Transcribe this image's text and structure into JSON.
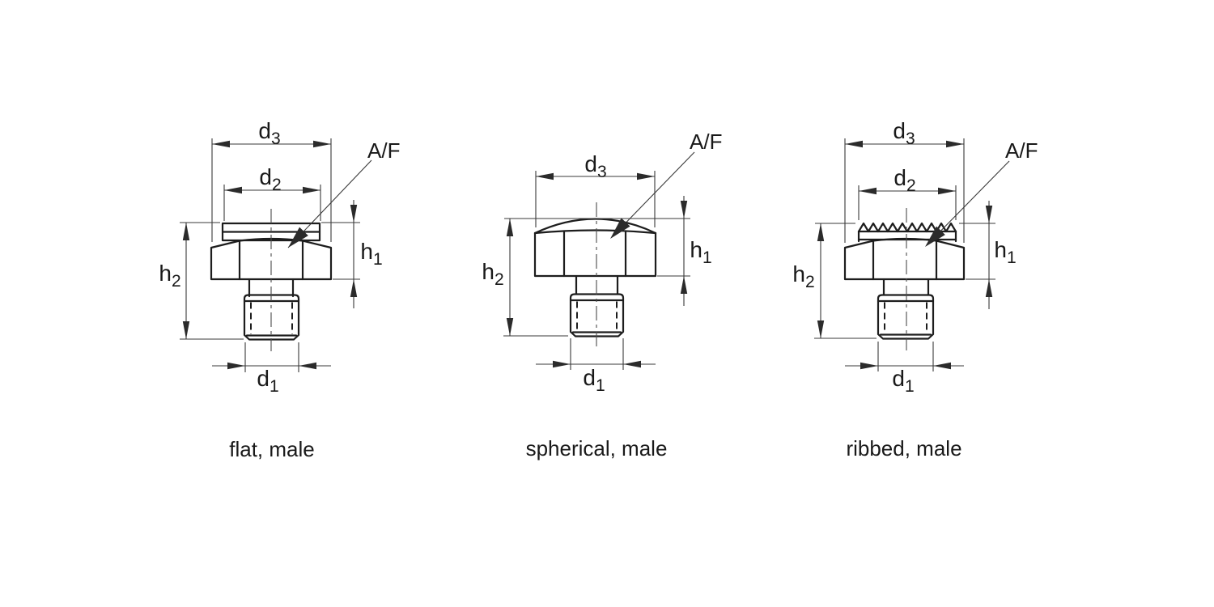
{
  "figures": [
    {
      "id": "flat-male",
      "caption": "flat, male",
      "labels": {
        "d3": {
          "base": "d",
          "sub": "3"
        },
        "d2": {
          "base": "d",
          "sub": "2"
        },
        "d1": {
          "base": "d",
          "sub": "1"
        },
        "h1": {
          "base": "h",
          "sub": "1"
        },
        "h2": {
          "base": "h",
          "sub": "2"
        },
        "across_flats": "A/F"
      }
    },
    {
      "id": "spherical-male",
      "caption": "spherical, male",
      "labels": {
        "d3": {
          "base": "d",
          "sub": "3"
        },
        "d1": {
          "base": "d",
          "sub": "1"
        },
        "h1": {
          "base": "h",
          "sub": "1"
        },
        "h2": {
          "base": "h",
          "sub": "2"
        },
        "across_flats": "A/F"
      }
    },
    {
      "id": "ribbed-male",
      "caption": "ribbed, male",
      "labels": {
        "d3": {
          "base": "d",
          "sub": "3"
        },
        "d2": {
          "base": "d",
          "sub": "2"
        },
        "d1": {
          "base": "d",
          "sub": "1"
        },
        "h1": {
          "base": "h",
          "sub": "1"
        },
        "h2": {
          "base": "h",
          "sub": "2"
        },
        "across_flats": "A/F"
      }
    }
  ],
  "colors": {
    "background": "#ffffff",
    "object_line": "#1d1d1d",
    "dimension_line": "#3a3a3a",
    "text": "#191919"
  }
}
